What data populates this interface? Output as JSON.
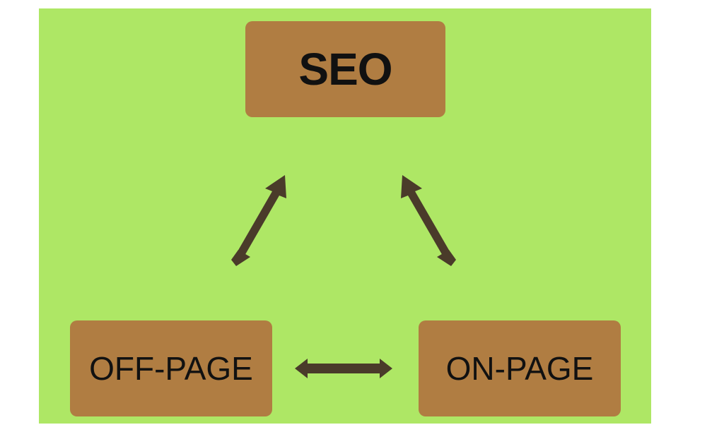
{
  "diagram": {
    "nodes": {
      "top": {
        "label": "SEO"
      },
      "bottom_left": {
        "label": "OFF-PAGE"
      },
      "bottom_right": {
        "label": "ON-PAGE"
      }
    },
    "edges": [
      {
        "from": "bottom_left",
        "to": "top",
        "bidirectional": true
      },
      {
        "from": "top",
        "to": "bottom_right",
        "bidirectional": true
      },
      {
        "from": "bottom_left",
        "to": "bottom_right",
        "bidirectional": true
      }
    ]
  },
  "colors": {
    "background": "#aee765",
    "box_fill": "#b07d42",
    "arrow": "#4a3b2a",
    "text": "#111111"
  }
}
